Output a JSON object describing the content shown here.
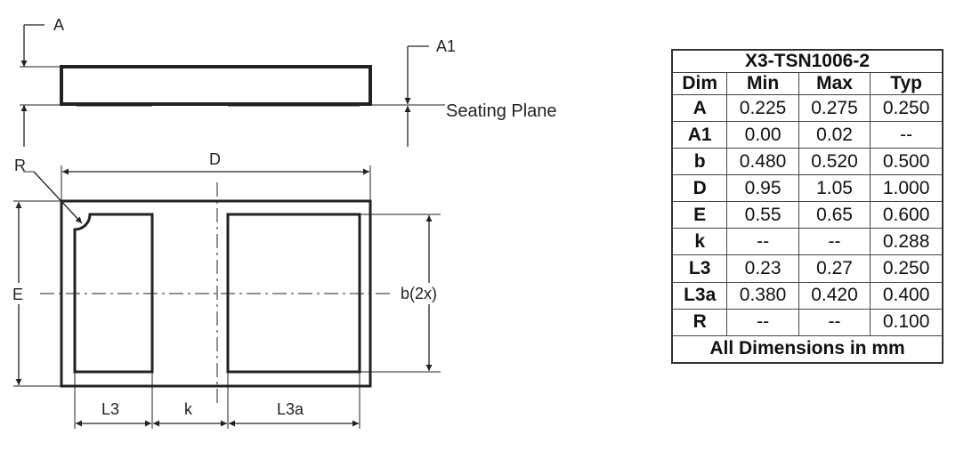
{
  "drawing": {
    "labels": {
      "A": "A",
      "A1": "A1",
      "seating_plane": "Seating Plane",
      "R": "R",
      "D": "D",
      "E": "E",
      "b": "b(2x)",
      "L3": "L3",
      "k": "k",
      "L3a": "L3a"
    }
  },
  "table": {
    "title": "X3-TSN1006-2",
    "headers": [
      "Dim",
      "Min",
      "Max",
      "Typ"
    ],
    "rows": [
      [
        "A",
        "0.225",
        "0.275",
        "0.250"
      ],
      [
        "A1",
        "0.00",
        "0.02",
        "--"
      ],
      [
        "b",
        "0.480",
        "0.520",
        "0.500"
      ],
      [
        "D",
        "0.95",
        "1.05",
        "1.000"
      ],
      [
        "E",
        "0.55",
        "0.65",
        "0.600"
      ],
      [
        "k",
        "--",
        "--",
        "0.288"
      ],
      [
        "L3",
        "0.23",
        "0.27",
        "0.250"
      ],
      [
        "L3a",
        "0.380",
        "0.420",
        "0.400"
      ],
      [
        "R",
        "--",
        "--",
        "0.100"
      ]
    ],
    "footer": "All Dimensions in mm"
  }
}
